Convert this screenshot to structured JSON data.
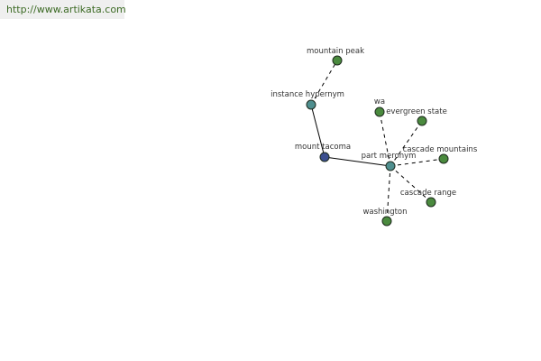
{
  "header": {
    "url": "http://www.artikata.com"
  },
  "colors": {
    "center_node": "#3b4f8f",
    "relation_node": "#4f8f8f",
    "leaf_node": "#4a8a3e",
    "edge": "#000000"
  },
  "graph": {
    "nodes": [
      {
        "id": "mount-tacoma",
        "label": "mount tacoma",
        "kind": "center"
      },
      {
        "id": "instance-hypernym",
        "label": "instance hypernym",
        "kind": "relation"
      },
      {
        "id": "mountain-peak",
        "label": "mountain peak",
        "kind": "leaf"
      },
      {
        "id": "part-meronym",
        "label": "part meronym",
        "kind": "relation"
      },
      {
        "id": "wa",
        "label": "wa",
        "kind": "leaf"
      },
      {
        "id": "evergreen-state",
        "label": "evergreen state",
        "kind": "leaf"
      },
      {
        "id": "cascade-mountains",
        "label": "cascade mountains",
        "kind": "leaf"
      },
      {
        "id": "cascade-range",
        "label": "cascade range",
        "kind": "leaf"
      },
      {
        "id": "washington",
        "label": "washington",
        "kind": "leaf"
      }
    ],
    "edges": [
      {
        "from": "mount-tacoma",
        "to": "instance-hypernym",
        "style": "solid"
      },
      {
        "from": "instance-hypernym",
        "to": "mountain-peak",
        "style": "dashed"
      },
      {
        "from": "mount-tacoma",
        "to": "part-meronym",
        "style": "solid"
      },
      {
        "from": "part-meronym",
        "to": "wa",
        "style": "dashed"
      },
      {
        "from": "part-meronym",
        "to": "evergreen-state",
        "style": "dashed"
      },
      {
        "from": "part-meronym",
        "to": "cascade-mountains",
        "style": "dashed"
      },
      {
        "from": "part-meronym",
        "to": "cascade-range",
        "style": "dashed"
      },
      {
        "from": "part-meronym",
        "to": "washington",
        "style": "dashed"
      }
    ]
  }
}
